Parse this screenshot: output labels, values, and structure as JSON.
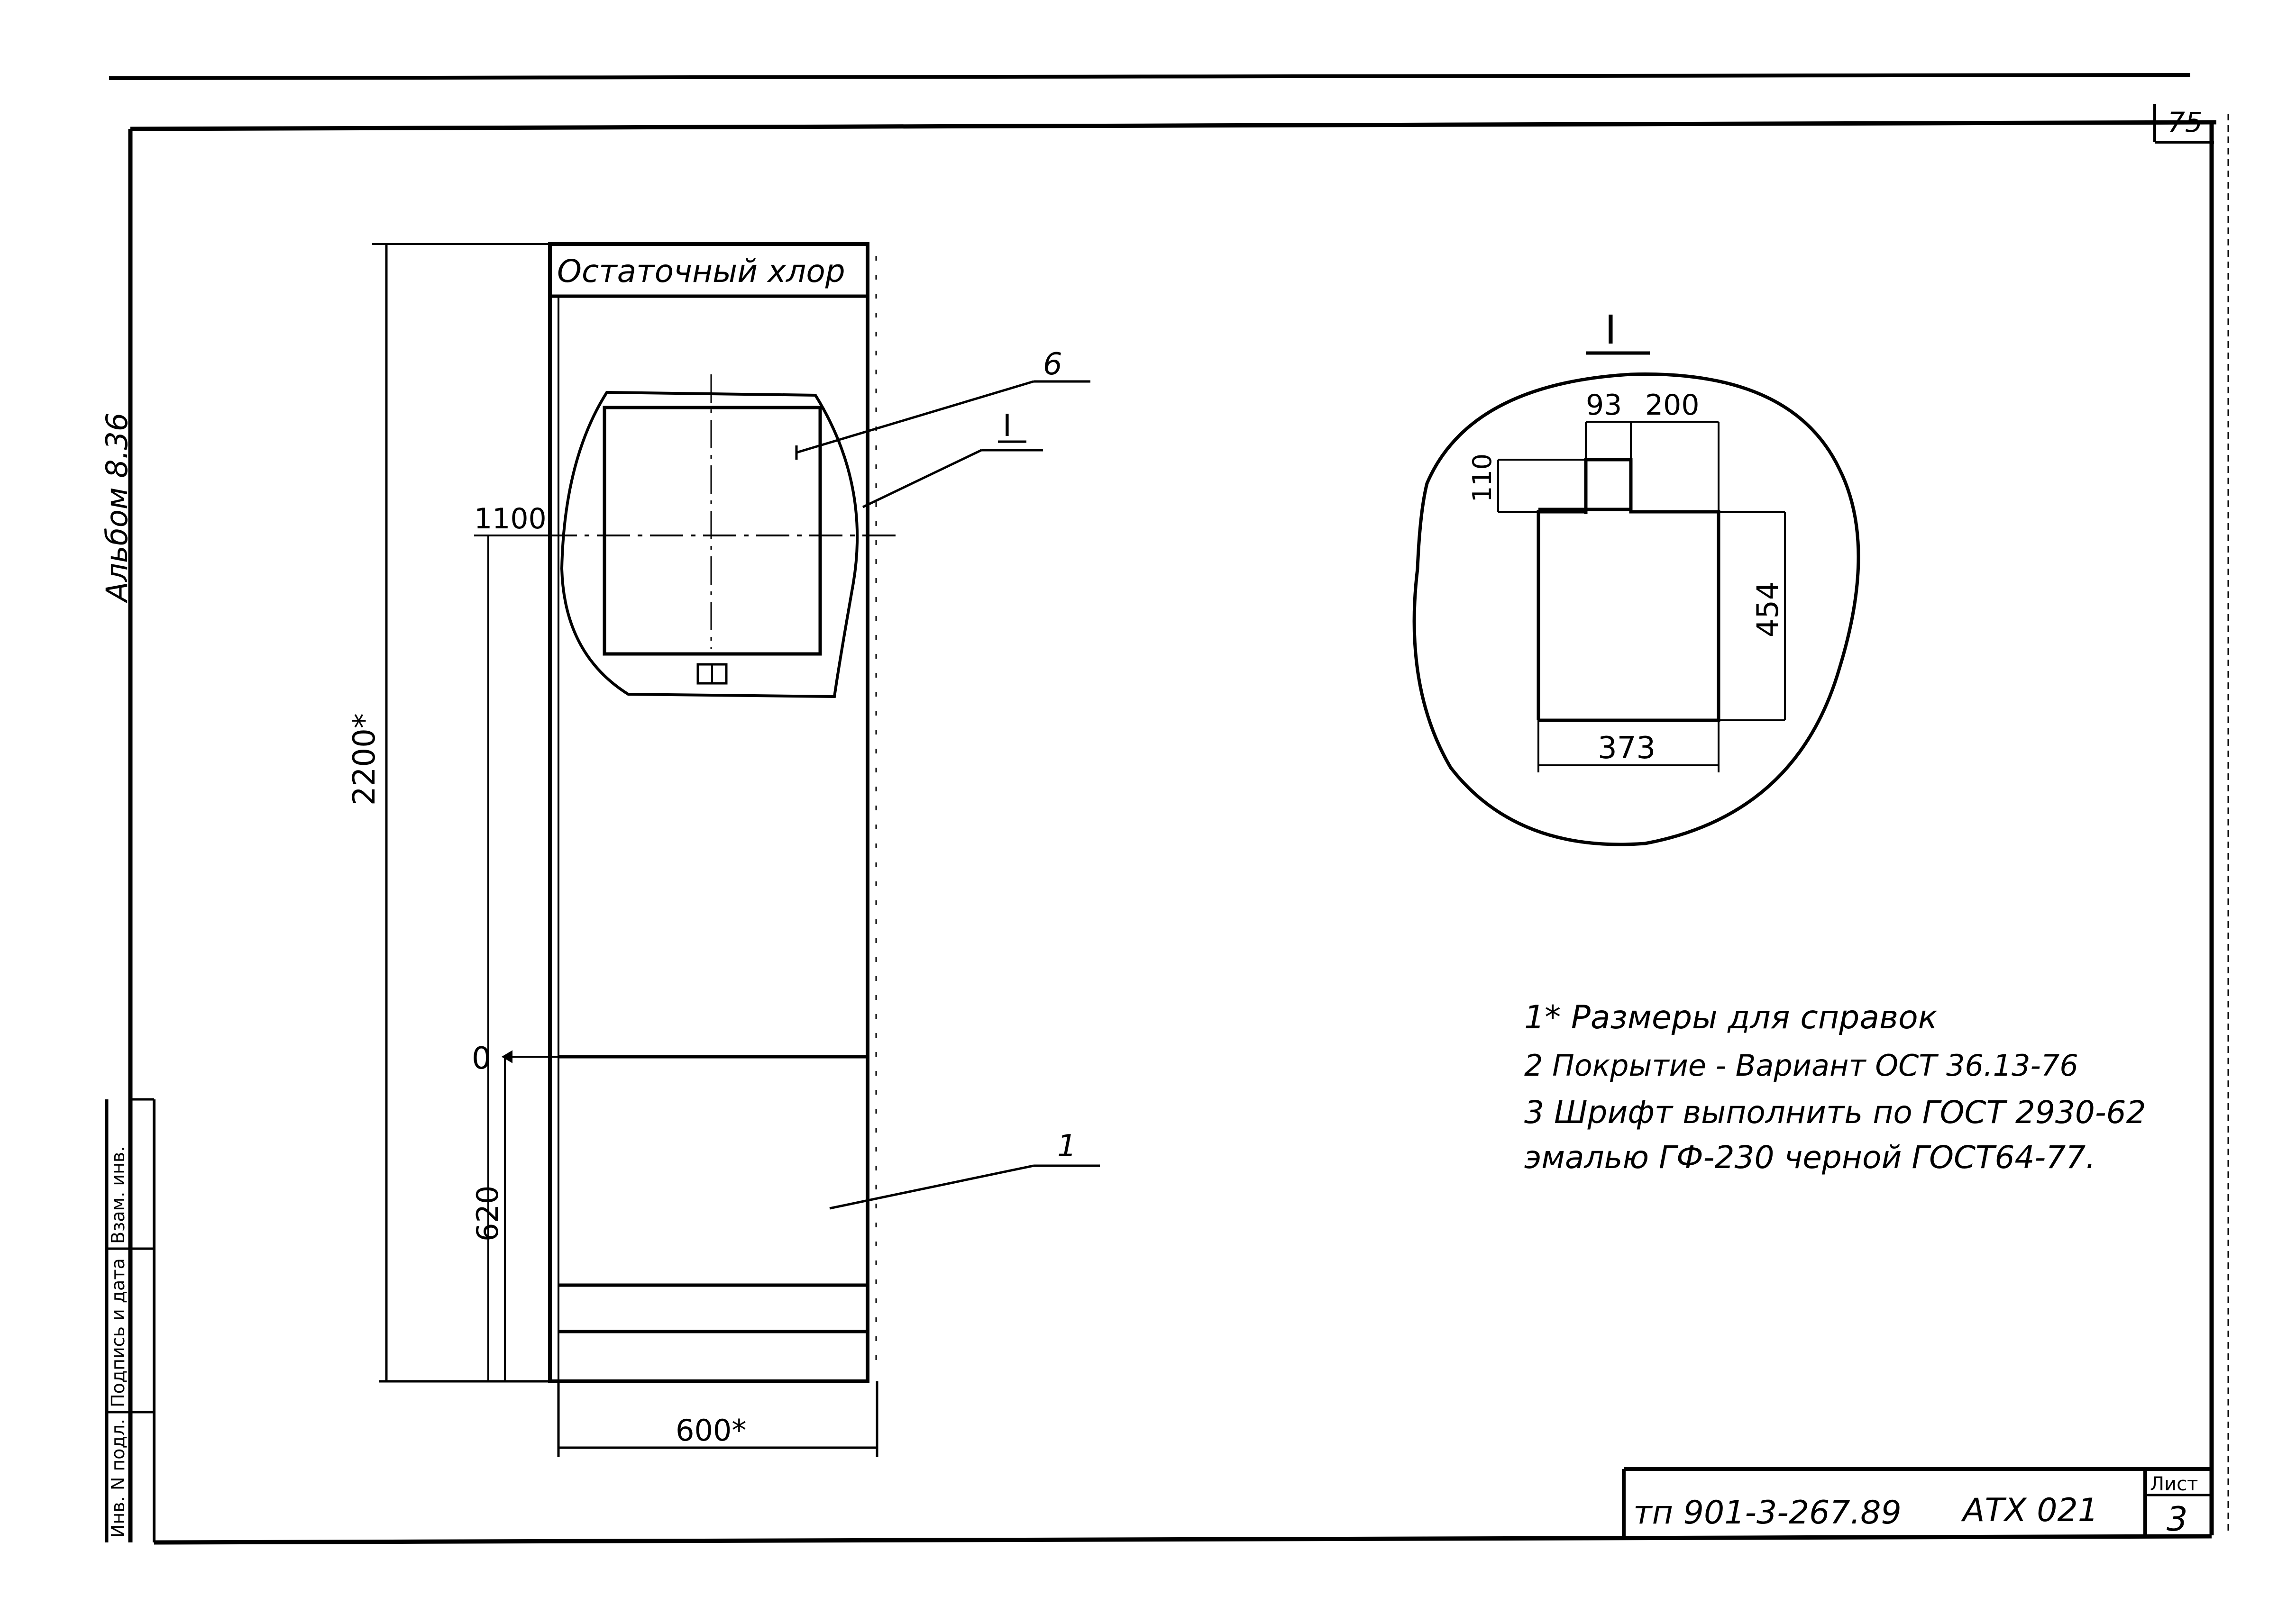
{
  "sheet": {
    "page_corner_number": "75",
    "album_label": "Альбом 8.36",
    "margin_stamp": {
      "inv_no": "Инв. N подл.",
      "sign_date": "Подпись и дата",
      "replace_inv": "Взам. инв."
    },
    "title_block": {
      "doc_code": "тп 901-3-267.89",
      "sheet_code": "АТХ 021",
      "sheet_label": "Лист",
      "sheet_number": "3"
    }
  },
  "panel": {
    "nameplate": "Остаточный хлор",
    "dim_total_height": "2200*",
    "dim_width": "600*",
    "level_1100": "1100",
    "level_0": "0",
    "dim_620": "620",
    "callout_6": "6",
    "callout_I": "I",
    "callout_1": "1"
  },
  "detail": {
    "title": "I",
    "dim_93": "93",
    "dim_200": "200",
    "dim_110": "110",
    "dim_454": "454",
    "dim_373": "373"
  },
  "notes": [
    "1* Размеры для справок",
    "2  Покрытие - Вариант ОСТ 36.13-76",
    "3  Шрифт выполнить по ГОСТ 2930-62",
    "    эмалью ГФ-230 черной ГОСТ64-77."
  ]
}
